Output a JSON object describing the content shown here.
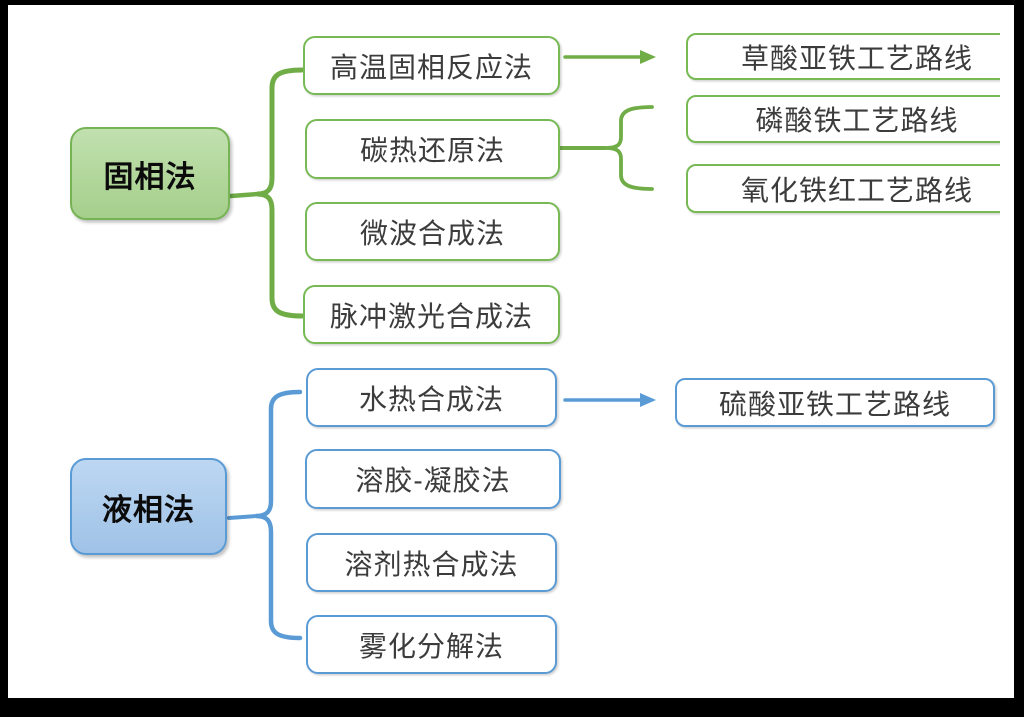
{
  "colors": {
    "green": "#70ad47",
    "green_fill": "#aed399",
    "blue": "#5b9bd5",
    "blue_fill": "#aecbec",
    "text": "#3c3c3c",
    "frame": "#000000",
    "background": "#ffffff"
  },
  "groups": [
    {
      "parent": "固相法",
      "accent": "#70ad47",
      "methods": [
        "高温固相反应法",
        "碳热还原法",
        "微波合成法",
        "脉冲激光合成法"
      ],
      "routes": [
        "草酸亚铁工艺路线",
        "磷酸铁工艺路线",
        "氧化铁红工艺路线"
      ]
    },
    {
      "parent": "液相法",
      "accent": "#5b9bd5",
      "methods": [
        "水热合成法",
        "溶胶-凝胶法",
        "溶剂热合成法",
        "雾化分解法"
      ],
      "routes": [
        "硫酸亚铁工艺路线"
      ]
    }
  ],
  "connections": [
    {
      "type": "brace",
      "from": "固相法",
      "to": [
        "高温固相反应法",
        "碳热还原法",
        "微波合成法",
        "脉冲激光合成法"
      ]
    },
    {
      "type": "arrow",
      "from": "高温固相反应法",
      "to": [
        "草酸亚铁工艺路线"
      ]
    },
    {
      "type": "brace",
      "from": "碳热还原法",
      "to": [
        "磷酸铁工艺路线",
        "氧化铁红工艺路线"
      ]
    },
    {
      "type": "brace",
      "from": "液相法",
      "to": [
        "水热合成法",
        "溶胶-凝胶法",
        "溶剂热合成法",
        "雾化分解法"
      ]
    },
    {
      "type": "arrow",
      "from": "水热合成法",
      "to": [
        "硫酸亚铁工艺路线"
      ]
    }
  ]
}
